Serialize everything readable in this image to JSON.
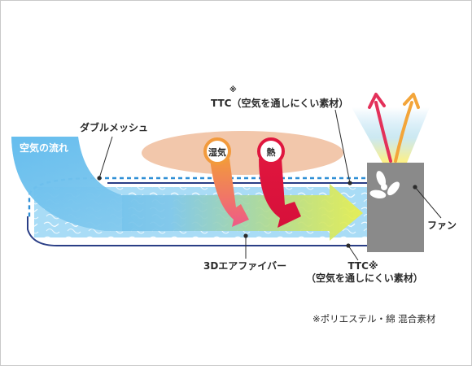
{
  "labels": {
    "air_flow": "空気の流れ",
    "double_mesh": "ダブルメッシュ",
    "humidity": "湿気",
    "heat": "熱",
    "ttc_top_mark": "※",
    "ttc_top": "TTC（空気を通しにくい素材）",
    "fan": "ファン",
    "fiber_3d": "3Dエアファイバー",
    "ttc_bottom_line1": "TTC※",
    "ttc_bottom_line2": "（空気を通しにくい素材）",
    "footnote": "※ポリエステル・綿 混合素材"
  },
  "colors": {
    "air_flow_blue": "#5ab8ec",
    "fiber_blue": "#a9dcf6",
    "heat_red": "#e0163e",
    "humidity_orange": "#f29a3c",
    "arrow_green": "#9fd24a",
    "fan_gray": "#8a8a8a",
    "warm_blob": "#f2c7ab",
    "line_navy": "#2a3e86",
    "exhaust_red": "#e3315a",
    "exhaust_orange": "#f3a53a"
  }
}
